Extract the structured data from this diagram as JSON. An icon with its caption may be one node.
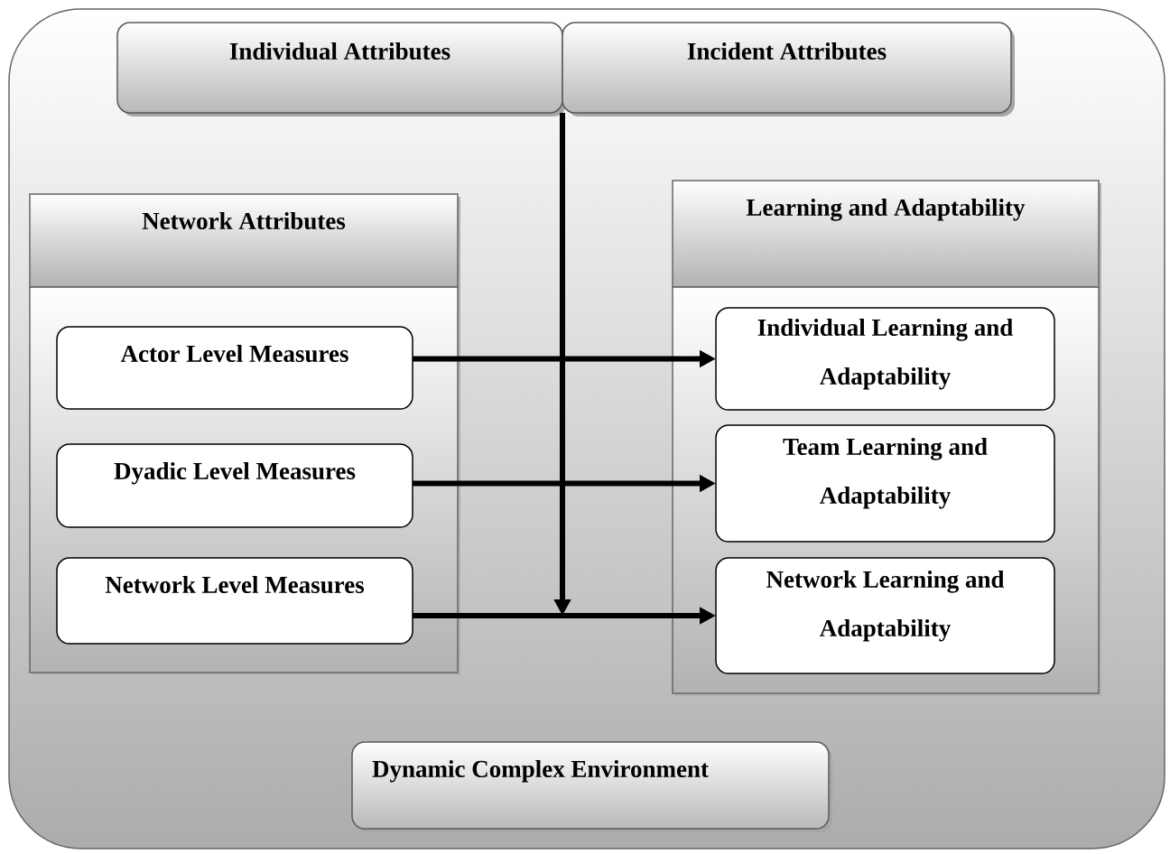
{
  "diagram": {
    "nodes": [
      {
        "text": [],
        "shape": "box"
      },
      {
        "text": [
          "Individual Attributes"
        ],
        "in": 0
      },
      {
        "text": [
          "Incident Attributes"
        ],
        "in": 0
      },
      {
        "text": [
          "Network Attributes"
        ],
        "in": 0
      },
      {
        "text": [],
        "shape": "box",
        "in": 0
      },
      {
        "text": [
          "Actor Level Measures"
        ],
        "in": 4
      },
      {
        "text": [
          "Dyadic Level Measures"
        ],
        "in": 4
      },
      {
        "text": [
          "Network Level Measures"
        ],
        "in": 4
      },
      {
        "text": [
          "Learning and Adaptability"
        ],
        "in": 0
      },
      {
        "text": [],
        "shape": "box",
        "in": 0
      },
      {
        "text": [
          "Individual Learning and Adaptability"
        ],
        "in": 9
      },
      {
        "text": [
          "Team Learning and Adaptability"
        ],
        "in": 9
      },
      {
        "text": [
          "Network Learning and Adaptability"
        ],
        "in": 9
      },
      {
        "text": [
          "Dynamic Complex Environment"
        ],
        "in": 0
      }
    ],
    "edges": [
      {
        "from": 5,
        "to": 10,
        "arrow": "to"
      },
      {
        "from": 6,
        "to": 11,
        "arrow": "to"
      },
      {
        "from": 7,
        "to": 12,
        "arrow": "to"
      },
      {
        "from": 1,
        "to": null,
        "arrow": "to"
      },
      {
        "from": 2,
        "to": null,
        "arrow": "to"
      }
    ]
  }
}
